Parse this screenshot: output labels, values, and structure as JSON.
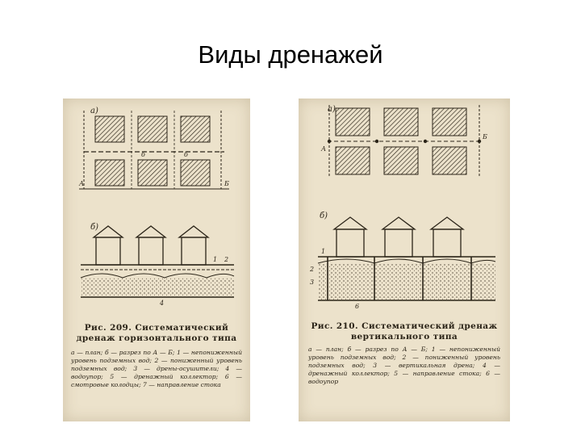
{
  "slide": {
    "title": "Виды дренажей"
  },
  "figure_left": {
    "label_a": "а)",
    "label_b": "б)",
    "section_marks": [
      "А",
      "б",
      "б",
      "Б"
    ],
    "element_numbers": [
      "1",
      "2",
      "4"
    ],
    "caption_title": "Рис. 209. Систематический дренаж горизонтального типа",
    "caption_body": "а — план; б — разрез по А — Б; 1 — непониженный уровень подземных вод; 2 — пониженный уровень подземных вод; 3 — дрены-осушители; 4 — водоупор; 5 — дренажный коллектор; 6 — смотровые колодцы; 7 — направление стока"
  },
  "figure_right": {
    "label_a": "а)",
    "label_b": "б)",
    "section_marks": [
      "А",
      "Б"
    ],
    "element_numbers": [
      "1",
      "2",
      "3",
      "6"
    ],
    "caption_title": "Рис. 210. Систематический дренаж вертикального типа",
    "caption_body": "а — план; б — разрез по А — Б; 1 — непониженный уровень подземных вод; 2 — пониженный уровень подземных вод; 3 — вертикальная дрена; 4 — дренажный коллектор; 5 — направление стока; 6 — водоупор"
  }
}
